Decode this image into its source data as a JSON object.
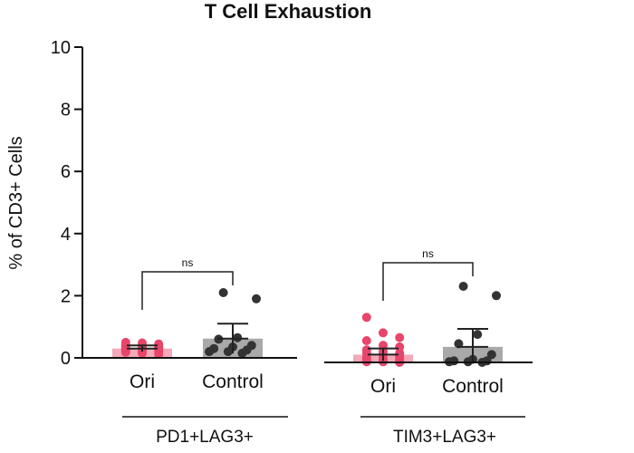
{
  "chart_data": {
    "type": "bar",
    "title": "T Cell Exhaustion",
    "ylabel": "% of CD3+ Cells",
    "xlabel": "",
    "ylim": [
      0,
      10
    ],
    "yticks": [
      "0",
      "2",
      "4",
      "6",
      "8",
      "10"
    ],
    "grid": false,
    "groups": [
      {
        "name": "PD1+LAG3+",
        "categories": [
          "Ori",
          "Control"
        ],
        "significance": "ns",
        "bars": [
          {
            "category": "Ori",
            "mean": 0.3,
            "error": 0.1,
            "color": "#f4a9b8",
            "point_color": "#e8456a",
            "points": [
              0.5,
              0.48,
              0.45,
              0.42,
              0.4,
              0.38,
              0.36,
              0.35,
              0.33,
              0.32,
              0.3,
              0.3,
              0.28,
              0.27,
              0.25,
              0.25,
              0.22,
              0.2,
              0.18,
              0.15,
              0.12
            ]
          },
          {
            "category": "Control",
            "mean": 0.62,
            "error": 0.48,
            "color": "#a9a9a9",
            "point_color": "#333333",
            "points": [
              2.1,
              1.9,
              0.65,
              0.6,
              0.4,
              0.35,
              0.3,
              0.25,
              0.2,
              0.2,
              0.15
            ]
          }
        ]
      },
      {
        "name": "TIM3+LAG3+",
        "categories": [
          "Ori",
          "Control"
        ],
        "significance": "ns",
        "bars": [
          {
            "category": "Ori",
            "mean": 0.25,
            "error": 0.2,
            "color": "#f4a9b8",
            "point_color": "#e8456a",
            "points": [
              1.45,
              0.95,
              0.8,
              0.7,
              0.55,
              0.5,
              0.4,
              0.35,
              0.3,
              0.3,
              0.25,
              0.2,
              0.15,
              0.12,
              0.1,
              0.08,
              0.05,
              0.05,
              0.02,
              0.02,
              0.0
            ]
          },
          {
            "category": "Control",
            "mean": 0.5,
            "error": 0.58,
            "color": "#a9a9a9",
            "point_color": "#333333",
            "points": [
              2.45,
              2.15,
              0.9,
              0.6,
              0.25,
              0.1,
              0.05,
              0.05,
              0.02,
              0.02,
              0.0
            ]
          }
        ]
      }
    ]
  }
}
